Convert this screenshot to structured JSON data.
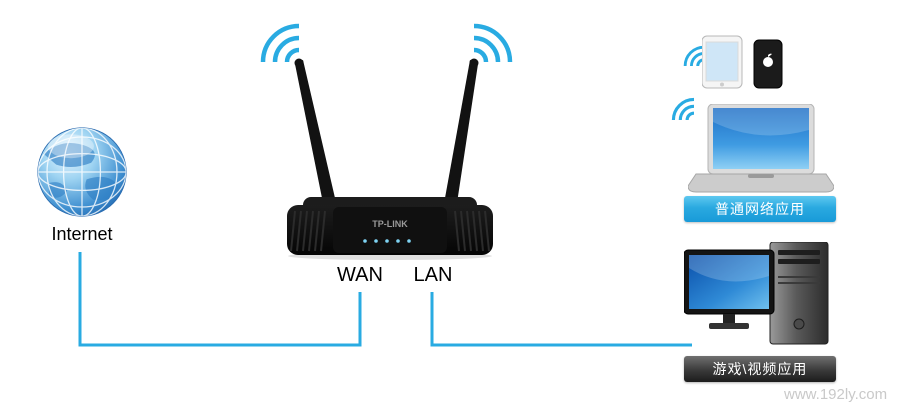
{
  "labels": {
    "internet": "Internet",
    "wan": "WAN",
    "lan": "LAN"
  },
  "badges": {
    "wireless": "普通网络应用",
    "wired": "游戏\\视频应用"
  },
  "router": {
    "brand": "TP-LINK"
  },
  "watermark": "www.192ly.com",
  "colors": {
    "connection_line": "#29abe2",
    "wifi_wave": "#29abe2",
    "badge_blue_top": "#5ec8f0",
    "badge_blue_bottom": "#189ad8",
    "badge_dark_top": "#707070",
    "badge_dark_bottom": "#1c1c1c",
    "screen_blue": "#2a7fd4"
  }
}
